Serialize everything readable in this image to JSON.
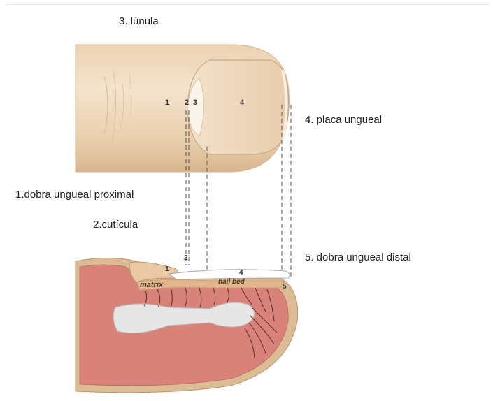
{
  "captions": {
    "lunula": "3. lúnula",
    "placa": "4. placa ungueal",
    "dobra_proximal": "1.dobra ungueal proximal",
    "cuticula": "2.cutícula",
    "dobra_distal": "5. dobra ungueal distal"
  },
  "top_figure": {
    "n1": "1",
    "n2": "2",
    "n3": "3",
    "n4": "4"
  },
  "section_figure": {
    "n1": "1",
    "n2": "2",
    "n4": "4",
    "n5": "5",
    "matrix": "matrix",
    "nail_bed": "nail bed"
  },
  "colors": {
    "skin_light": "#f3e3cf",
    "skin_dark": "#d9b992",
    "tissue": "#d9827a",
    "bone": "#e6e6e6",
    "nail_plate": "#ffffff",
    "dashed": "#555555"
  }
}
